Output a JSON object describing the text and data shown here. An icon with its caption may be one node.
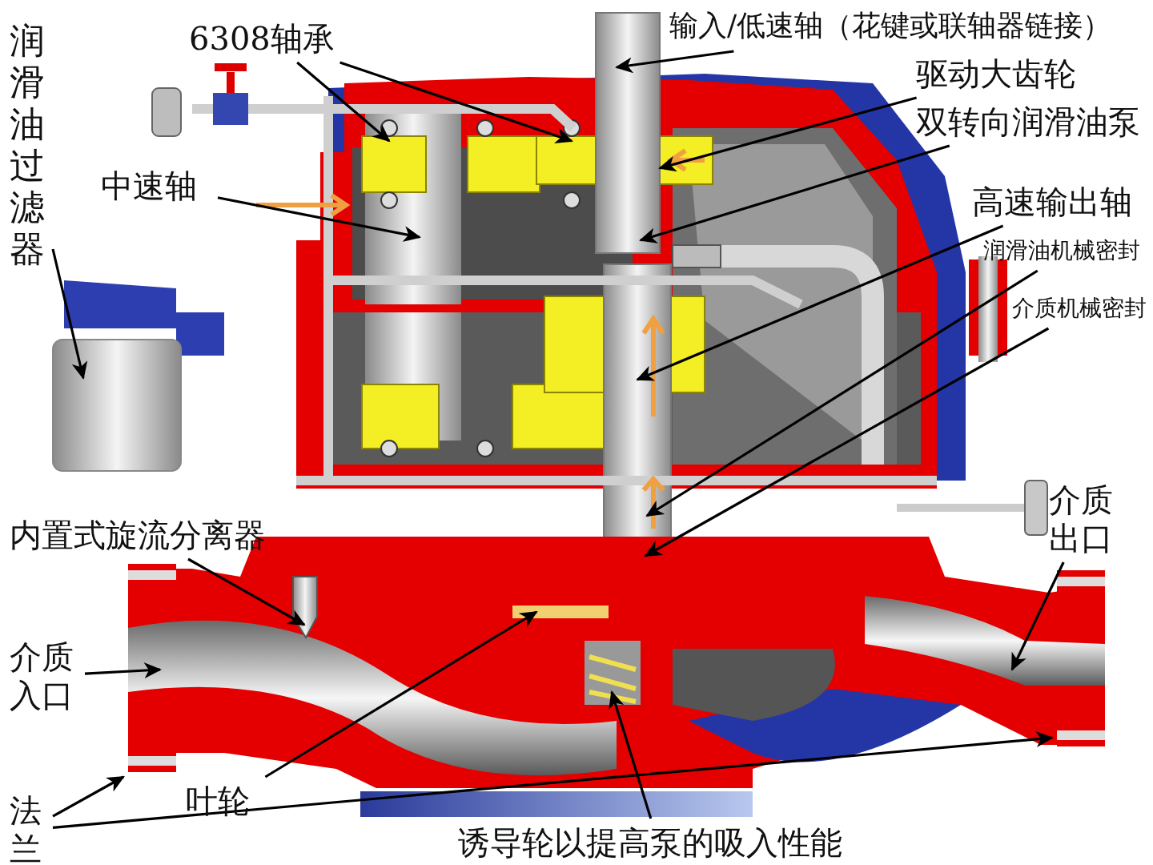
{
  "diagram": {
    "nodes": [
      {
        "text": [
          "润滑油过滤器"
        ]
      },
      {
        "text": [
          "6308轴承"
        ]
      },
      {
        "text": [
          "中速轴"
        ]
      },
      {
        "text": [
          "输入/低速轴（花键或联轴器链接）"
        ]
      },
      {
        "text": [
          "驱动大齿轮"
        ]
      },
      {
        "text": [
          "双转向润滑油泵"
        ]
      },
      {
        "text": [
          "高速输出轴"
        ]
      },
      {
        "text": [
          "润滑油机械密封"
        ]
      },
      {
        "text": [
          "介质机械密封"
        ]
      },
      {
        "text": [
          "内置式旋流分离器"
        ]
      },
      {
        "text": [
          "介质入口"
        ]
      },
      {
        "text": [
          "叶轮"
        ]
      },
      {
        "text": [
          "法兰"
        ]
      },
      {
        "text": [
          "诱导轮以提高泵的吸入性能"
        ]
      },
      {
        "text": [
          "介质出口"
        ]
      },
      {
        "text": [],
        "shape": "box"
      },
      {
        "text": [],
        "shape": "box"
      }
    ],
    "edges": [
      {
        "from": 0,
        "to": null,
        "arrow": "to"
      },
      {
        "from": 1,
        "to": null,
        "arrow": "to"
      },
      {
        "from": 1,
        "to": null,
        "arrow": "to"
      },
      {
        "from": 2,
        "to": null,
        "arrow": "to"
      },
      {
        "from": 3,
        "to": null,
        "arrow": "to"
      },
      {
        "from": 4,
        "to": null,
        "arrow": "to"
      },
      {
        "from": 5,
        "to": null,
        "arrow": "to"
      },
      {
        "from": 6,
        "to": null,
        "arrow": "to"
      },
      {
        "from": 7,
        "to": null,
        "arrow": "to"
      },
      {
        "from": 8,
        "to": null,
        "arrow": "to"
      },
      {
        "from": 9,
        "to": null,
        "arrow": "to"
      },
      {
        "from": 10,
        "to": null,
        "arrow": "to"
      },
      {
        "from": 11,
        "to": null,
        "arrow": "to"
      },
      {
        "from": 12,
        "to": 15,
        "arrow": "to"
      },
      {
        "from": 12,
        "to": 16,
        "arrow": "to"
      },
      {
        "from": 13,
        "to": null,
        "arrow": "to"
      },
      {
        "from": 14,
        "to": null,
        "arrow": "to"
      }
    ]
  }
}
